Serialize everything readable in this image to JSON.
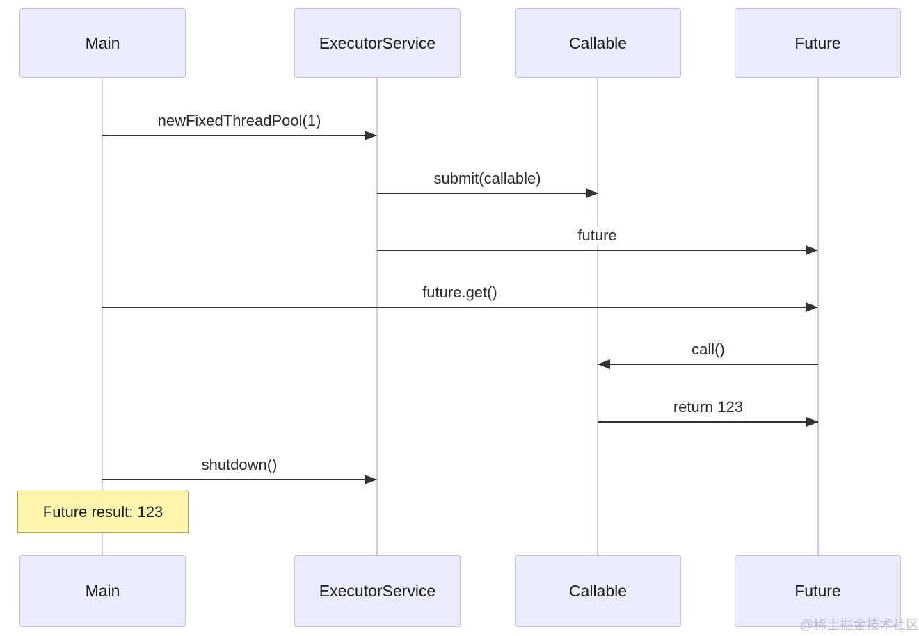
{
  "diagram": {
    "type": "sequence-diagram",
    "actors": [
      {
        "name": "Main"
      },
      {
        "name": "ExecutorService"
      },
      {
        "name": "Callable"
      },
      {
        "name": "Future"
      }
    ],
    "messages": [
      {
        "label": "newFixedThreadPool(1)",
        "from": "Main",
        "to": "ExecutorService",
        "direction": "right"
      },
      {
        "label": "submit(callable)",
        "from": "ExecutorService",
        "to": "Callable",
        "direction": "right"
      },
      {
        "label": "future",
        "from": "ExecutorService",
        "to": "Future",
        "direction": "right"
      },
      {
        "label": "future.get()",
        "from": "Main",
        "to": "Future",
        "direction": "right"
      },
      {
        "label": "call()",
        "from": "Future",
        "to": "Callable",
        "direction": "left"
      },
      {
        "label": "return 123",
        "from": "Callable",
        "to": "Future",
        "direction": "right"
      },
      {
        "label": "shutdown()",
        "from": "Main",
        "to": "ExecutorService",
        "direction": "right"
      }
    ],
    "note": {
      "text": "Future result: 123",
      "over": "Main"
    },
    "watermark": "@稀土掘金技术社区",
    "colors": {
      "actor_fill": "#ECECFF",
      "actor_border": "#c3bfe0",
      "lifeline": "#d2cde6",
      "arrow": "#333333",
      "note_fill": "#FFF5AD",
      "note_border": "#AAAA33",
      "watermark_text": "#bfbdca"
    }
  }
}
